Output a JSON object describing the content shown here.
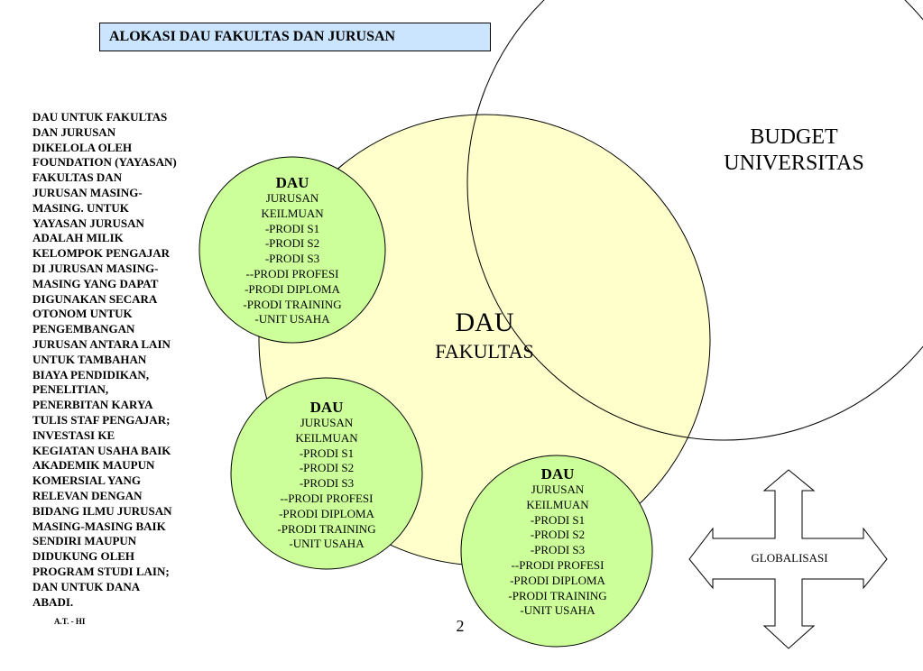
{
  "title": "ALOKASI DAU FAKULTAS DAN JURUSAN",
  "side_text": "DAU UNTUK FAKULTAS\nDAN JURUSAN\nDIKELOLA OLEH\nFOUNDATION (YAYASAN)\nFAKULTAS DAN\nJURUSAN MASING-\nMASING. UNTUK\nYAYASAN JURUSAN\nADALAH MILIK\nKELOMPOK PENGAJAR\nDI JURUSAN MASING-\nMASING YANG DAPAT\nDIGUNAKAN SECARA\nOTONOM UNTUK\nPENGEMBANGAN\nJURUSAN  ANTARA LAIN\nUNTUK TAMBAHAN\nBIAYA PENDIDIKAN,\nPENELITIAN,\nPENERBITAN KARYA\nTULIS  STAF PENGAJAR;\nINVESTASI KE\nKEGIATAN USAHA BAIK\nAKADEMIK MAUPUN\nKOMERSIAL YANG\nRELEVAN DENGAN\nBIDANG ILMU JURUSAN\nMASING-MASING BAIK\nSENDIRI MAUPUN\nDIDUKUNG OLEH\nPROGRAM STUDI LAIN;\nDAN UNTUK DANA\nABADI.",
  "budget": {
    "line1": "BUDGET",
    "line2": "UNIVERSITAS"
  },
  "faculty": {
    "line1": "DAU",
    "line2": "FAKULTAS"
  },
  "departments": [
    {
      "head": "DAU",
      "items": "JURUSAN\nKEILMUAN\n-PRODI S1\n-PRODI S2\n-PRODI S3\n--PRODI PROFESI\n-PRODI DIPLOMA\n-PRODI TRAINING\n-UNIT USAHA"
    },
    {
      "head": "DAU",
      "items": "JURUSAN\nKEILMUAN\n-PRODI S1\n-PRODI S2\n-PRODI S3\n--PRODI PROFESI\n-PRODI DIPLOMA\n-PRODI TRAINING\n-UNIT USAHA"
    },
    {
      "head": "DAU",
      "items": "JURUSAN\nKEILMUAN\n-PRODI S1\n-PRODI S2\n-PRODI S3\n--PRODI PROFESI\n-PRODI DIPLOMA\n-PRODI TRAINING\n-UNIT USAHA"
    }
  ],
  "globalisasi": "GLOBALISASI",
  "footer": "A.T. - HI",
  "page_number": "2",
  "colors": {
    "title_fill": "#cce5ff",
    "faculty_fill": "#ffffcc",
    "department_fill": "#ccff99",
    "stroke": "#000000"
  }
}
